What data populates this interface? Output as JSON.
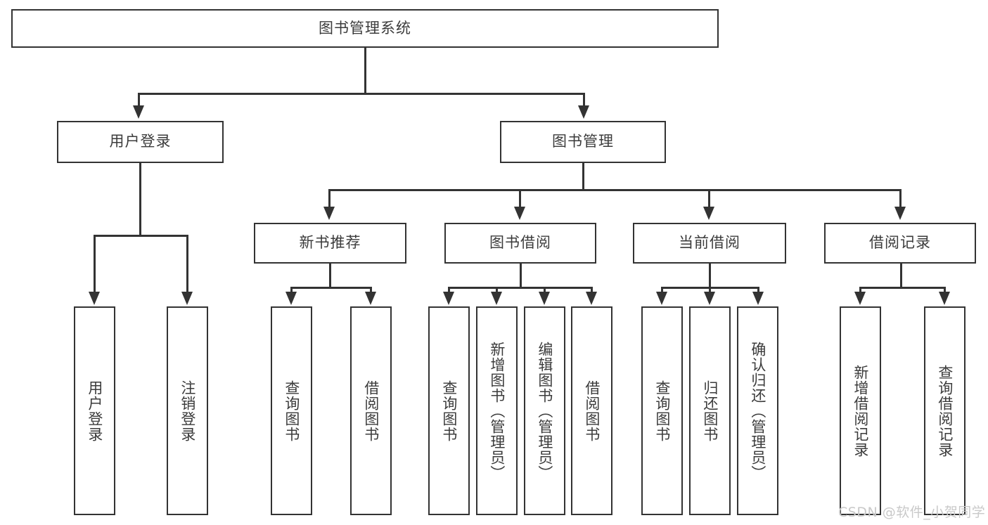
{
  "diagram": {
    "title": "图书管理系统",
    "type": "hierarchy-tree",
    "root": {
      "label": "图书管理系统"
    },
    "level2": [
      {
        "label": "用户登录"
      },
      {
        "label": "图书管理"
      }
    ],
    "level3": [
      {
        "label": "新书推荐"
      },
      {
        "label": "图书借阅"
      },
      {
        "label": "当前借阅"
      },
      {
        "label": "借阅记录"
      }
    ],
    "leaves": {
      "user_login": [
        {
          "label": "用户登录"
        },
        {
          "label": "注销登录"
        }
      ],
      "new_book_recommend": [
        {
          "label": "查询图书"
        },
        {
          "label": "借阅图书"
        }
      ],
      "book_borrow": [
        {
          "label": "查询图书"
        },
        {
          "label": "新增图书（管理员）"
        },
        {
          "label": "编辑图书（管理员）"
        },
        {
          "label": "借阅图书"
        }
      ],
      "current_borrow": [
        {
          "label": "查询图书"
        },
        {
          "label": "归还图书"
        },
        {
          "label": "确认归还（管理员）"
        }
      ],
      "borrow_record": [
        {
          "label": "新增借阅记录"
        },
        {
          "label": "查询借阅记录"
        }
      ]
    }
  },
  "watermark": {
    "text": "CSDN @软件_小贺同学"
  },
  "colors": {
    "border": "#333333",
    "text": "#3b3b3b",
    "background": "#ffffff",
    "watermark": "#c9c9c9"
  }
}
